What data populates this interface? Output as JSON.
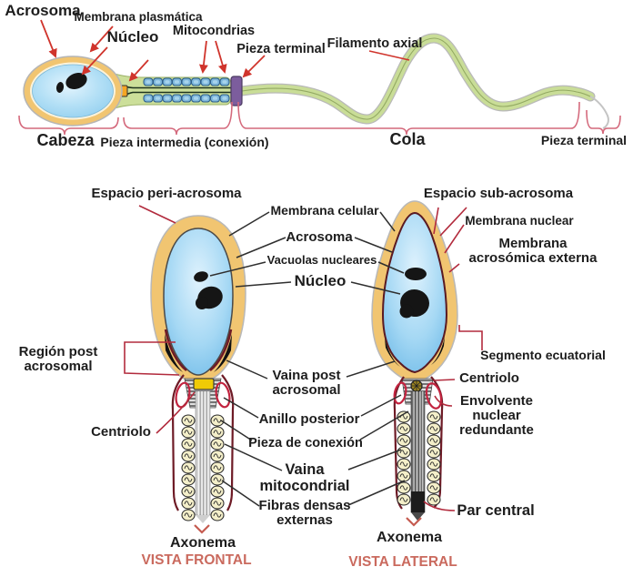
{
  "top_diagram": {
    "acrosoma": "Acrosoma",
    "membrana_plasmatica": "Membrana plasmática",
    "nucleo": "Núcleo",
    "mitocondrias": "Mitocondrias",
    "pieza_terminal_arrow": "Pieza terminal",
    "filamento_axial": "Filamento axial",
    "cabeza": "Cabeza",
    "pieza_intermedia": "Pieza intermedia (conexión)",
    "cola": "Cola",
    "pieza_terminal_bracket": "Pieza terminal"
  },
  "frontal_view": {
    "espacio_peri_acrosoma": "Espacio peri-acrosoma",
    "region_post_acrosomal": "Región post acrosomal",
    "centriolo": "Centriolo",
    "axonema": "Axonema",
    "caption": "VISTA FRONTAL"
  },
  "shared_labels": {
    "membrana_celular": "Membrana celular",
    "acrosoma": "Acrosoma",
    "vacuolas_nucleares": "Vacuolas nucleares",
    "nucleo": "Núcleo",
    "vaina_post_acrosomal": "Vaina post acrosomal",
    "anillo_posterior": "Anillo posterior",
    "pieza_de_conexion": "Pieza de conexión",
    "vaina_mitocondrial": "Vaina mitocondrial",
    "fibras_densas_externas": "Fibras densas externas"
  },
  "lateral_view": {
    "espacio_sub_acrosoma": "Espacio sub-acrosoma",
    "membrana_nuclear": "Membrana nuclear",
    "membrana_acrosomica_externa": "Membrana acrosómica externa",
    "segmento_ecuatorial": "Segmento ecuatorial",
    "centriolo": "Centriolo",
    "envolvente_nuclear_redundante": "Envolvente nuclear redundante",
    "par_central": "Par central",
    "axonema": "Axonema",
    "caption": "VISTA LATERAL"
  },
  "colors": {
    "acrosome_orange": "#f1c571",
    "nucleus_blue": "#8ecdf0",
    "tail_green": "#c9dd97",
    "mitochondria_blue": "#7fb8dc",
    "annulus_purple": "#7c5d9d",
    "arrow_red": "#d0342c",
    "bracket_pink": "#d4697c",
    "pointer_red": "#b22b3d",
    "pointer_dark": "#2f2f2f",
    "caption_coral": "#ca6a5e",
    "centriole_yellow": "#efcb06",
    "mitochondria_cream": "#f4efc9",
    "maroon_outline": "#6e1b26",
    "loop_crimson": "#c2233f"
  }
}
